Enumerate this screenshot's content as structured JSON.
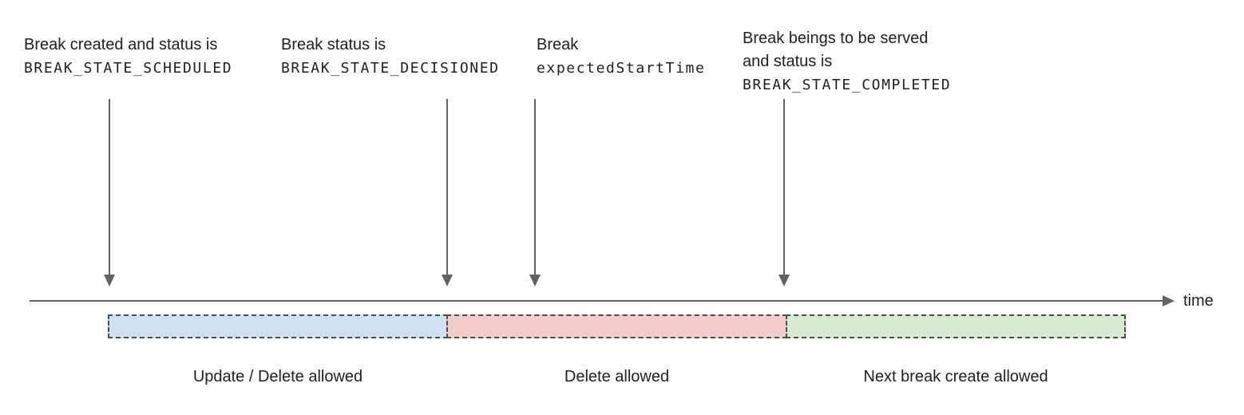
{
  "annotations": [
    {
      "text": "Break created and status is",
      "code": "BREAK_STATE_SCHEDULED"
    },
    {
      "text": "Break status is",
      "code": "BREAK_STATE_DECISIONED"
    },
    {
      "text": "Break",
      "code": "expectedStartTime"
    },
    {
      "text": "Break beings to be served",
      "text2": "and status is",
      "code": "BREAK_STATE_COMPLETED"
    }
  ],
  "timeline": {
    "axis_label": "time"
  },
  "segments": [
    {
      "label": "Update / Delete allowed",
      "fill": "#cfe2f3"
    },
    {
      "label": "Delete allowed",
      "fill": "#f4cccc"
    },
    {
      "label": "Next break create allowed",
      "fill": "#d9ead3"
    }
  ],
  "colors": {
    "arrow": "#5f6368",
    "dash_border": "#4d4d4d",
    "text": "#202124"
  }
}
